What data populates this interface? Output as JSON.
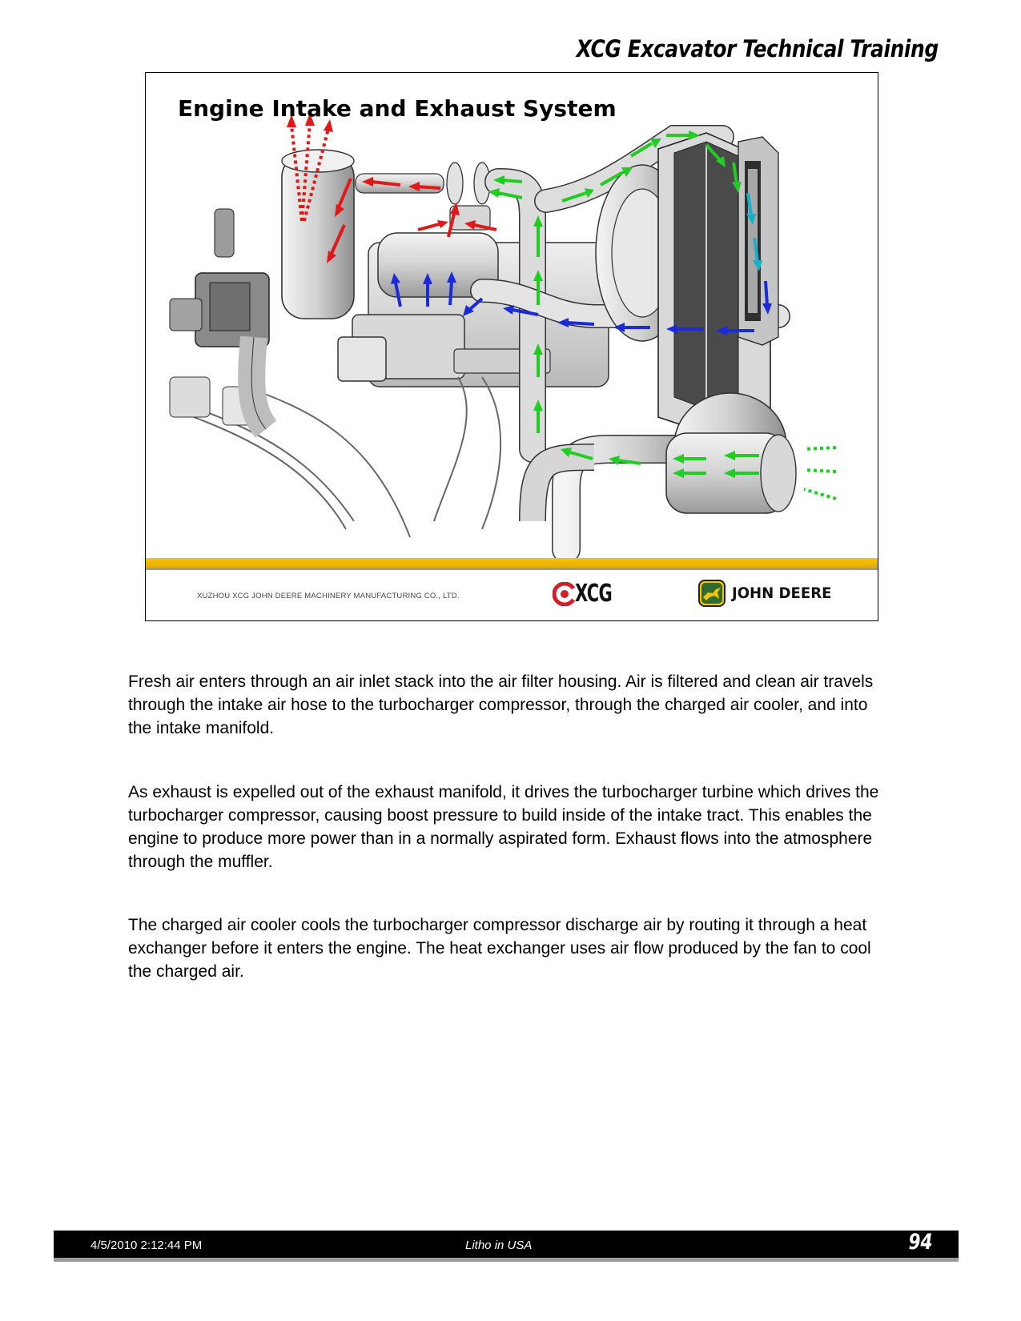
{
  "header": {
    "title": "XCG Excavator Technical  Training"
  },
  "slide": {
    "title": "Engine Intake and Exhaust System",
    "company": "XUZHOU XCG JOHN DEERE MACHINERY MANUFACTURING CO., LTD.",
    "xcg_logo": "XCG",
    "jd_logo": "JOHN DEERE",
    "colors": {
      "exhaust": "#e01818",
      "intake": "#22cc22",
      "charged_air": "#1b2bd8",
      "transition": "#18b0c8"
    }
  },
  "body": {
    "paragraphs": [
      "Fresh air enters through an air inlet stack into the air filter housing.  Air is filtered and clean air travels through the intake air hose to the turbocharger compressor, through the charged air cooler, and into the intake manifold.",
      "As exhaust is expelled out of the exhaust manifold, it drives the turbocharger turbine which drives the turbocharger compressor, causing boost pressure to build inside of the intake tract.  This enables the engine to produce more power than in a normally aspirated form.  Exhaust flows into the atmosphere through the muffler.",
      "The charged air cooler cools the turbocharger compressor discharge air by routing it through a heat exchanger before it enters the engine.  The heat exchanger uses air flow produced by the fan to cool the charged air."
    ]
  },
  "footer": {
    "date": "4/5/2010 2:12:44 PM",
    "litho": "Litho in USA",
    "page": "94"
  }
}
